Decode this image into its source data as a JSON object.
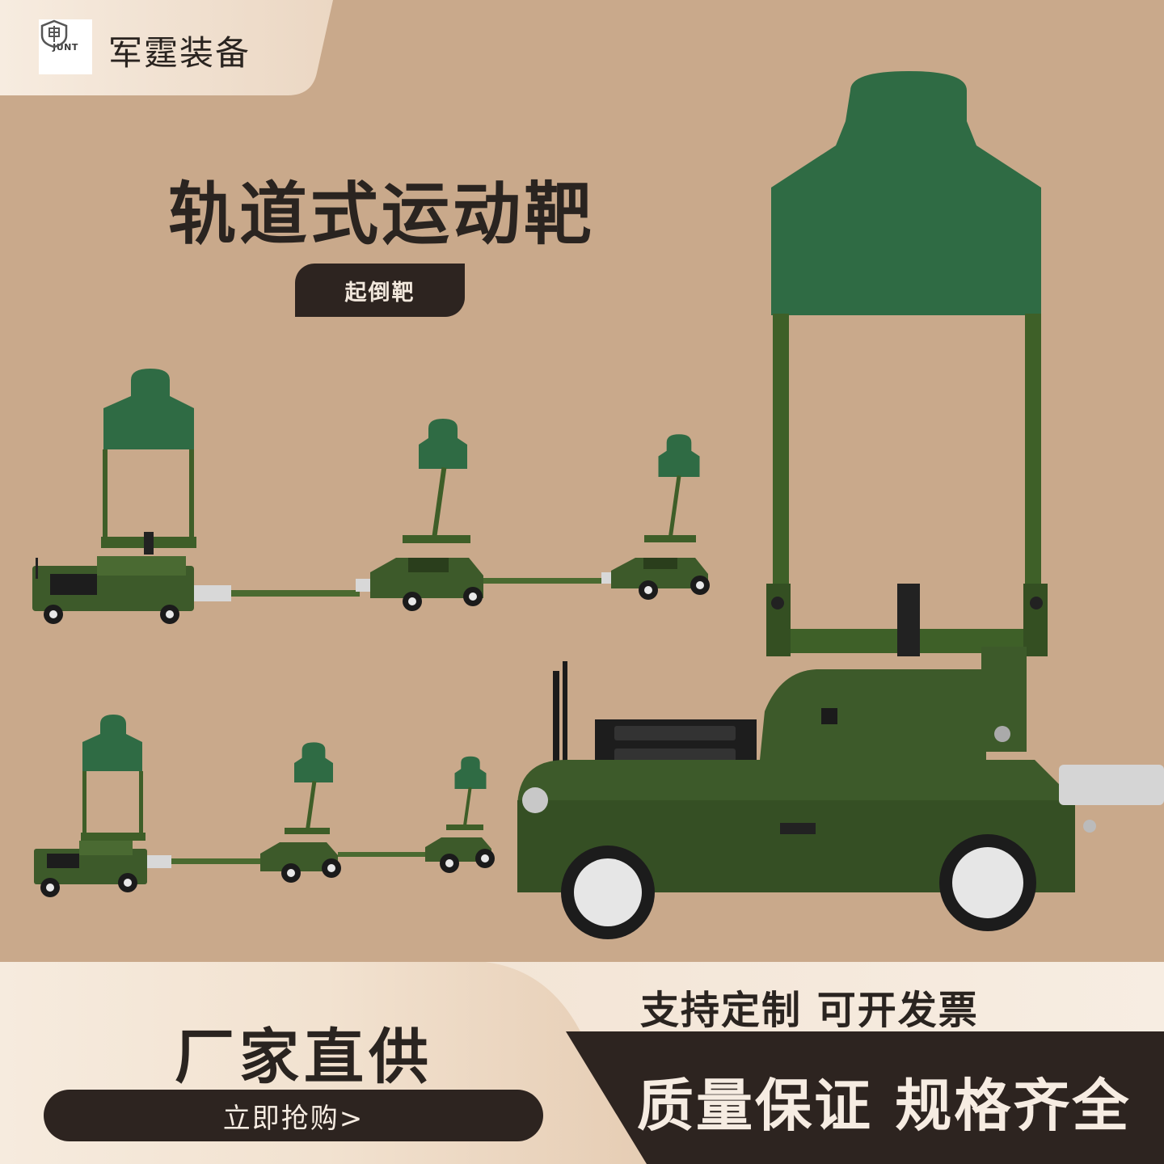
{
  "brand": {
    "logo_text": "JUNT",
    "name": "军霆装备"
  },
  "hero": {
    "title": "轨道式运动靶",
    "tag": "起倒靶"
  },
  "bottom": {
    "left_headline": "厂家直供",
    "buy_button": "立即抢购>",
    "custom_text": "支持定制 可开发票",
    "quality_text": "质量保证 规格齐全"
  },
  "colors": {
    "background": "#c9a98b",
    "dark": "#2d2420",
    "target_green": "#2f6b44",
    "cart_green": "#3d5a2a"
  }
}
